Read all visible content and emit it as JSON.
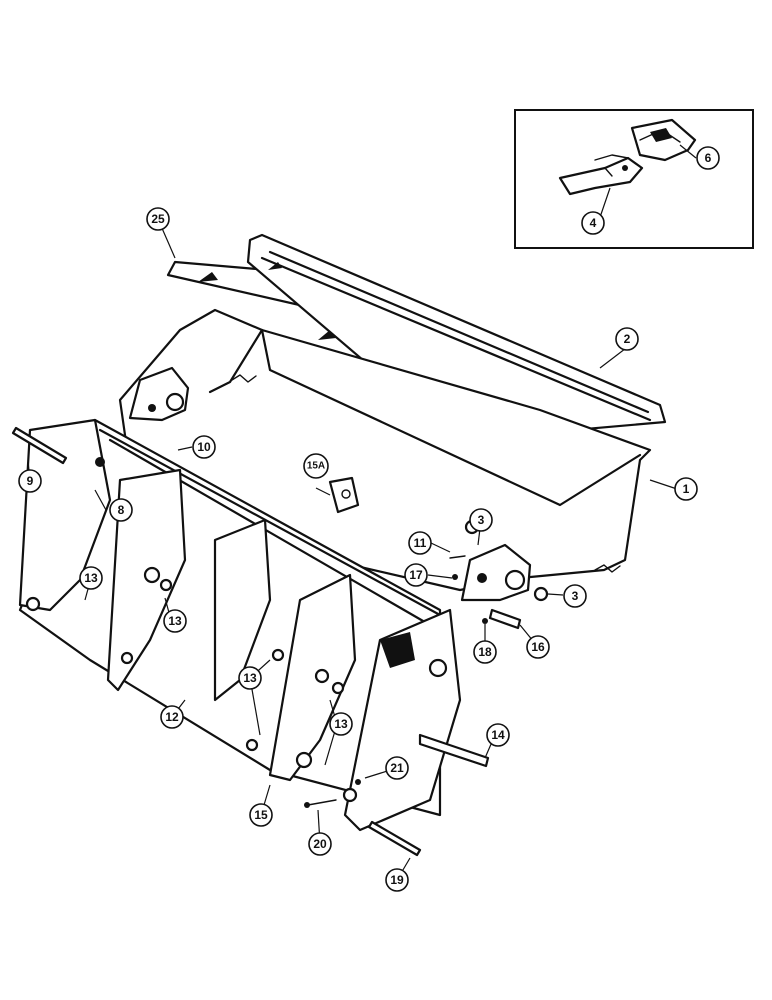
{
  "callouts": {
    "c1": "1",
    "c2": "2",
    "c3a": "3",
    "c3b": "3",
    "c4": "4",
    "c6": "6",
    "c8": "8",
    "c9": "9",
    "c10": "10",
    "c11": "11",
    "c12": "12",
    "c13a": "13",
    "c13b": "13",
    "c13c": "13",
    "c13d": "13",
    "c14": "14",
    "c15": "15",
    "c15a": "15A",
    "c16": "16",
    "c17": "17",
    "c18": "18",
    "c19": "19",
    "c20": "20",
    "c21": "21",
    "c25": "25"
  }
}
